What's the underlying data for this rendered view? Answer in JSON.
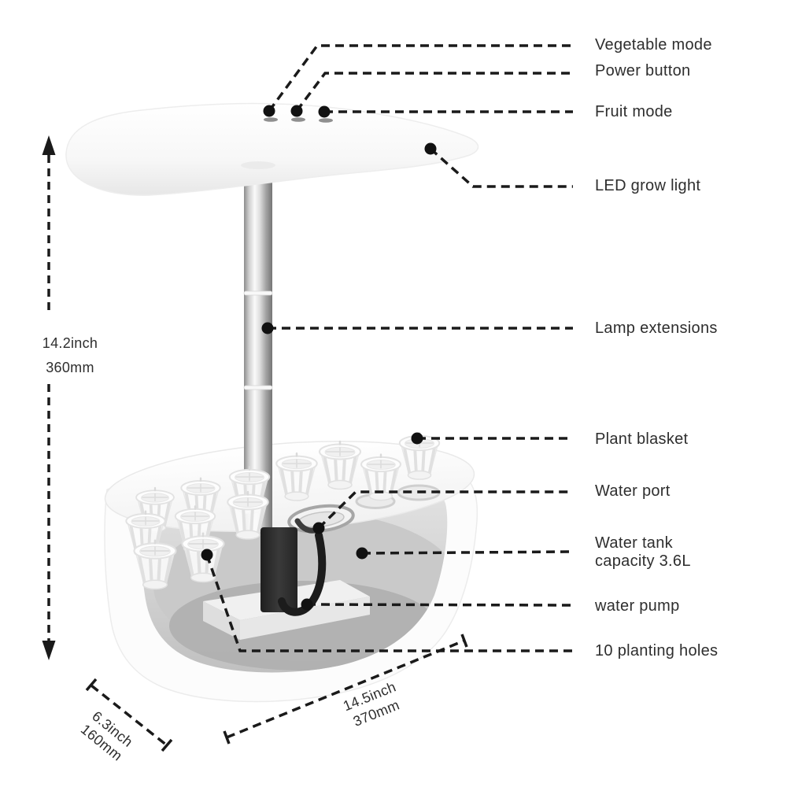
{
  "colors": {
    "background": "#ffffff",
    "callout_line": "#1a1a1a",
    "label_text": "#2e2e2e",
    "pump_dark": "#2f2f2f",
    "tank_interior_gray": "#c6c6c6"
  },
  "callouts": {
    "vegetable_mode": "Vegetable mode",
    "power_button": "Power button",
    "fruit_mode": "Fruit mode",
    "led_grow_light": "LED grow light",
    "lamp_extensions": "Lamp extensions",
    "plant_blasket": "Plant blasket",
    "water_port": "Water port",
    "water_tank": "Water tank capacity 3.6L",
    "water_pump": "water pump",
    "planting_holes": "10 planting holes"
  },
  "dimensions": {
    "height_inch": "14.2inch",
    "height_mm": "360mm",
    "depth_inch": "6.3inch",
    "depth_mm": "160mm",
    "width_inch": "14.5inch",
    "width_mm": "370mm"
  }
}
